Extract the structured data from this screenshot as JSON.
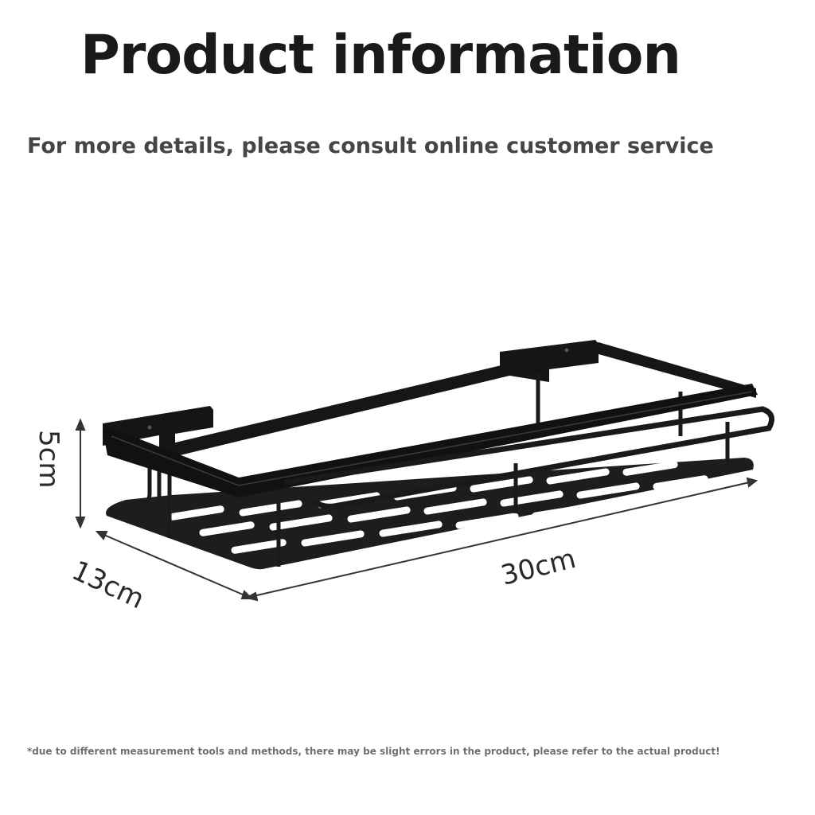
{
  "heading": {
    "title": "Product information",
    "subtitle": "For more details, please consult online customer service"
  },
  "product": {
    "icon": "wall-mounted-shower-shelf",
    "color": "#1c1c1c",
    "dimensions": {
      "height": "5cm",
      "depth": "13cm",
      "width": "30cm"
    }
  },
  "footnote": "*due to different measurement tools and methods, there may be slight errors in the product, please refer to the actual product!"
}
